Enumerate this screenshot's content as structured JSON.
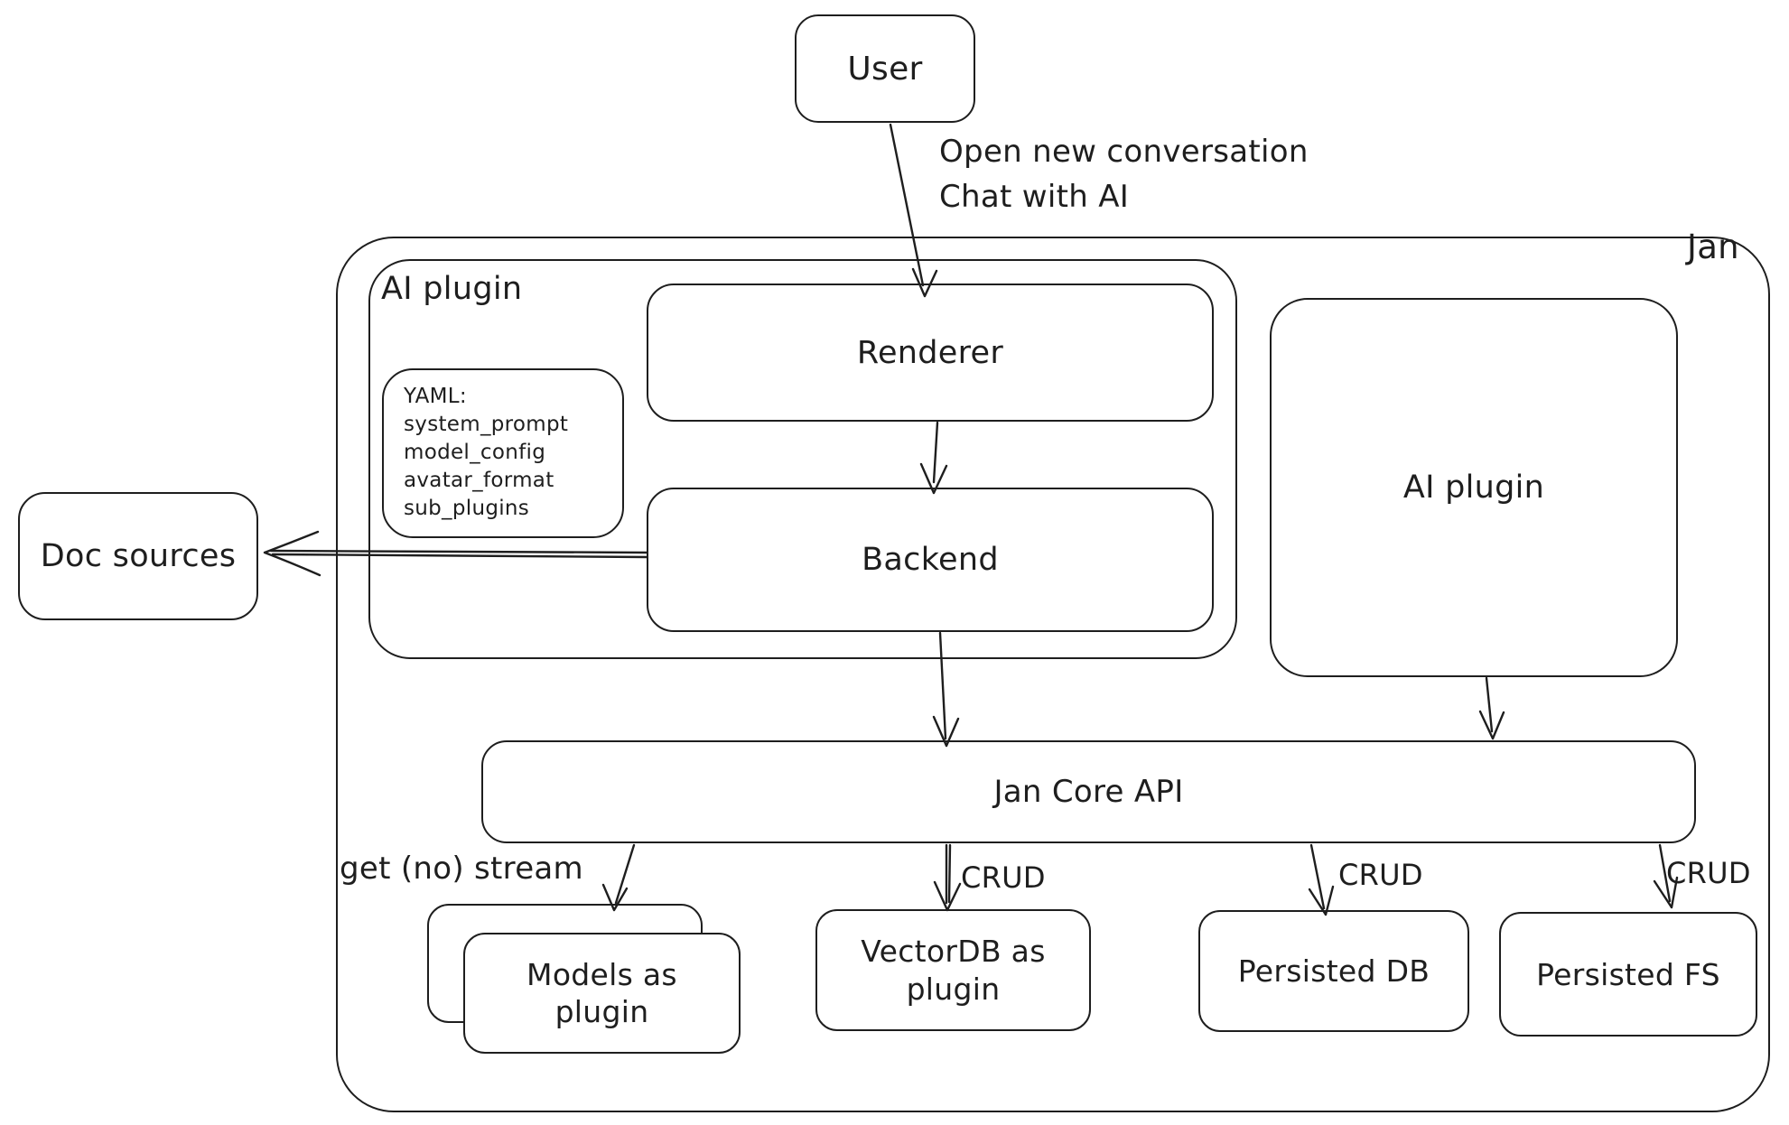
{
  "colors": {
    "stroke": "#1e1e1e",
    "background": "#ffffff"
  },
  "nodes": {
    "user": "User",
    "jan": "Jan",
    "ai_plugin_container": "AI plugin",
    "renderer": "Renderer",
    "backend": "Backend",
    "doc_sources": "Doc sources",
    "ai_plugin_box": "AI plugin",
    "jan_core_api": "Jan Core API",
    "models_as_plugin": "Models as plugin",
    "vectordb_as_plugin": "VectorDB as plugin",
    "persisted_db": "Persisted DB",
    "persisted_fs": "Persisted FS"
  },
  "yaml_note": {
    "title": "YAML:",
    "lines": [
      "system_prompt",
      "model_config",
      "avatar_format",
      "sub_plugins"
    ]
  },
  "edge_labels": {
    "user_flow_line1": "Open new conversation",
    "user_flow_line2": "Chat with AI",
    "get_no_stream": "get (no) stream",
    "crud_vectordb": "CRUD",
    "crud_persisted_db": "CRUD",
    "crud_persisted_fs": "CRUD"
  }
}
